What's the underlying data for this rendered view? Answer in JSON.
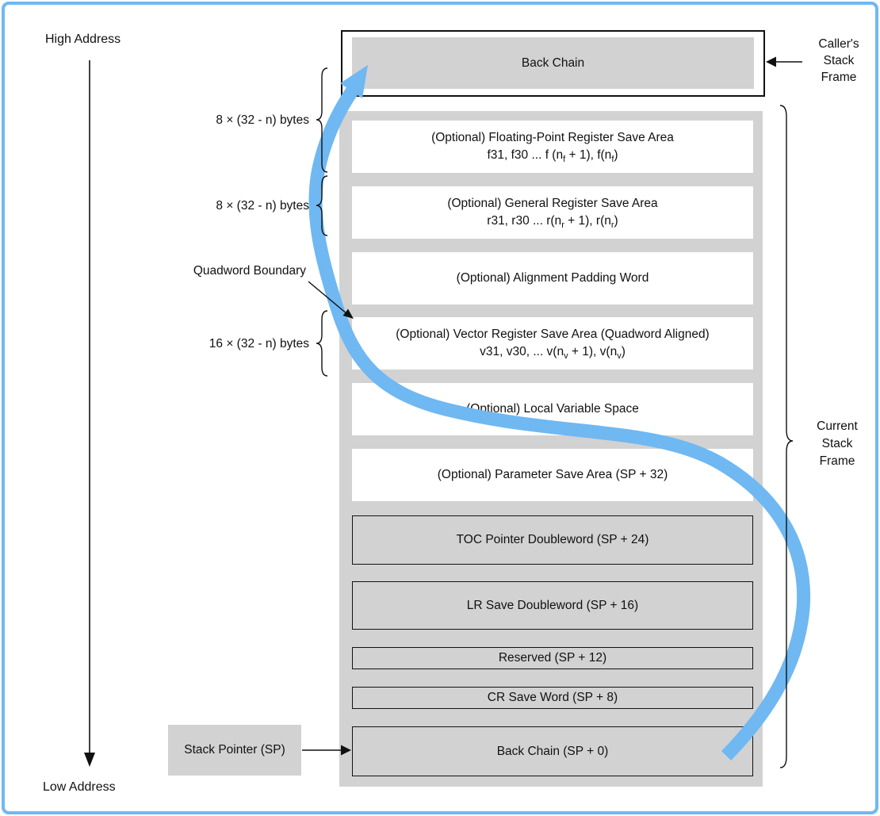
{
  "colors": {
    "accent_blue": "#6FB8F2",
    "box_gray": "#D2D2D2",
    "line_black": "#111111"
  },
  "address_axis": {
    "high_label": "High Address",
    "low_label": "Low Address"
  },
  "caller_frame": {
    "box_label": "Back Chain",
    "side_label_lines": [
      "Caller's",
      "Stack",
      "Frame"
    ]
  },
  "current_frame": {
    "side_label_lines": [
      "Current",
      "Stack",
      "Frame"
    ]
  },
  "left_annotations": {
    "fp_size": "8 × (32 - n) bytes",
    "gr_size": "8 × (32 - n) bytes",
    "quadword_boundary": "Quadword Boundary",
    "vector_size": "16 × (32 - n) bytes",
    "stack_pointer": "Stack Pointer (SP)"
  },
  "stack_rows": [
    {
      "line1": "(Optional) Floating-Point Register Save Area",
      "line2_parts": [
        {
          "t": "f31, f30 ... f (n"
        },
        {
          "t": "f",
          "sub": true
        },
        {
          "t": " + 1), f(n"
        },
        {
          "t": "f",
          "sub": true
        },
        {
          "t": ")"
        }
      ]
    },
    {
      "line1": "(Optional) General Register Save Area",
      "line2_parts": [
        {
          "t": "r31, r30 ... r(n"
        },
        {
          "t": "r",
          "sub": true
        },
        {
          "t": " + 1), r(n"
        },
        {
          "t": "r",
          "sub": true
        },
        {
          "t": ")"
        }
      ]
    },
    {
      "line1": "(Optional) Alignment Padding Word"
    },
    {
      "line1": "(Optional) Vector Register Save Area (Quadword Aligned)",
      "line2_parts": [
        {
          "t": "v31, v30, ... v(n"
        },
        {
          "t": "v",
          "sub": true
        },
        {
          "t": " + 1), v(n"
        },
        {
          "t": "v",
          "sub": true
        },
        {
          "t": ")"
        }
      ]
    },
    {
      "line1": "(Optional) Local Variable Space"
    },
    {
      "line1": "(Optional) Parameter Save Area (SP + 32)"
    },
    {
      "line1": "TOC Pointer Doubleword (SP + 24)"
    },
    {
      "line1": "LR Save Doubleword (SP + 16)"
    },
    {
      "line1": "Reserved (SP + 12)"
    },
    {
      "line1": "CR Save Word (SP + 8)"
    },
    {
      "line1": "Back Chain (SP + 0)"
    }
  ]
}
